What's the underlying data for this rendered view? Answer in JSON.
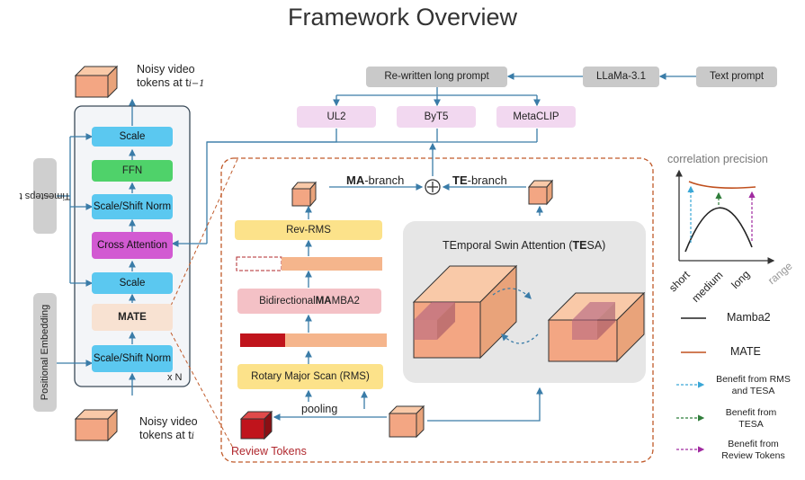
{
  "title": "Framework Overview",
  "left": {
    "noisy_top": "Noisy video",
    "noisy_top_2": "tokens at t",
    "noisy_top_sub": "i−1",
    "noisy_bottom": "Noisy video",
    "noisy_bottom_2": "tokens at t",
    "noisy_bottom_sub": "i",
    "timesteps": "Timesteps t",
    "timesteps_sub": "i",
    "positional": "Positional Embedding",
    "xn": "x N",
    "blocks": {
      "scale_top": "Scale",
      "ffn": "FFN",
      "scale_shift_top": "Scale/Shift Norm",
      "cross_attention": "Cross Attention",
      "scale_mid": "Scale",
      "mate": "MATE",
      "scale_shift_bottom": "Scale/Shift Norm"
    }
  },
  "prompt": {
    "rewritten": "Re-written long prompt",
    "llama": "LLaMa-3.1",
    "text_prompt": "Text prompt",
    "ul2": "UL2",
    "byt5": "ByT5",
    "metaclip": "MetaCLIP"
  },
  "mate_detail": {
    "ma_branch_bold": "MA",
    "ma_branch_rest": "-branch",
    "te_branch_bold": "TE",
    "te_branch_rest": "-branch",
    "rev_rms": "Rev-RMS",
    "bidir_pre": "Bidirectional ",
    "bidir_bold": "MA",
    "bidir_post": "MBA2",
    "rms": "Rotary Major Scan (RMS)",
    "pooling": "pooling",
    "review_tokens": "Review Tokens",
    "tesa_pre": "TEmporal Swin Attention (",
    "tesa_bold": "TE",
    "tesa_post": "SA)"
  },
  "inset": {
    "ylabel": "correlation precision",
    "xlabel": "range",
    "ticks": [
      "short",
      "medium",
      "long"
    ],
    "legend": [
      {
        "label": "Mamba2",
        "color": "#222222",
        "style": "solid"
      },
      {
        "label": "MATE",
        "color": "#c0501e",
        "style": "solid"
      },
      {
        "label": "Benefit from RMS and TESA",
        "color": "#3aa7d6",
        "style": "dashed"
      },
      {
        "label": "Benefit from TESA",
        "color": "#2f7d3a",
        "style": "dashed"
      },
      {
        "label": "Benefit from Review Tokens",
        "color": "#a02aa0",
        "style": "dashed"
      }
    ]
  }
}
